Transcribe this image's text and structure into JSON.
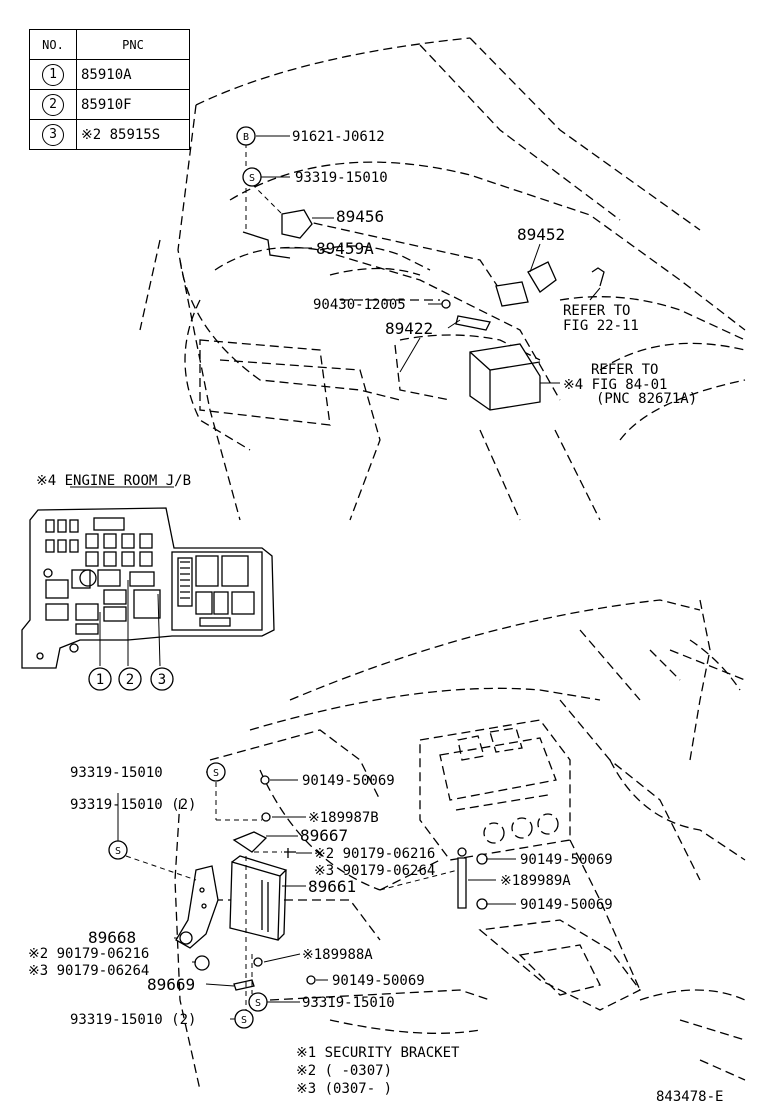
{
  "pnc_table": {
    "header_no": "NO.",
    "header_pnc": "PNC",
    "rows": [
      {
        "no": "1",
        "pnc": "85910A"
      },
      {
        "no": "2",
        "pnc": "85910F"
      },
      {
        "no": "3",
        "pnc": "※2 85915S"
      }
    ]
  },
  "engine_room": {
    "parts": {
      "p91621": "91621-J0612",
      "p93319_top": "93319-15010",
      "p89456": "89456",
      "p89459a": "89459A",
      "p89452": "89452",
      "p90430": "90430-12005",
      "p89422": "89422",
      "refer1_a": "REFER TO",
      "refer1_b": "FIG 22-11",
      "refer2_a": "REFER TO",
      "refer2_b": "※4 FIG 84-01",
      "refer2_c": "(PNC 82671A)",
      "badge_b": "B",
      "badge_s": "S"
    }
  },
  "jb_inset": {
    "title": "※4 ENGINE ROOM J/B",
    "callouts": [
      "1",
      "2",
      "3"
    ]
  },
  "dash": {
    "parts": {
      "p93319_a": "93319-15010",
      "p93319_b": "93319-15010 (2)",
      "p90149_a": "90149-50069",
      "p189987b": "※189987B",
      "p89667": "89667",
      "p90179_2a": "※2 90179-06216",
      "p90179_3a": "※3 90179-06264",
      "p89661": "89661",
      "p90149_b": "90149-50069",
      "p189989a": "※189989A",
      "p90149_c": "90149-50069",
      "p89668": "89668",
      "p90179_2b": "※2 90179-06216",
      "p90179_3b": "※3 90179-06264",
      "p189988a": "※189988A",
      "p90149_d": "90149-50069",
      "p89669": "89669",
      "p93319_c": "93319-15010",
      "p93319_d": "93319-15010 (2)",
      "badge_s": "S"
    }
  },
  "notes": {
    "n1": "※1 SECURITY BRACKET",
    "n2": "※2 (      -0307)",
    "n3": "※3 (0307-      )"
  },
  "figure_id": "843478-E"
}
